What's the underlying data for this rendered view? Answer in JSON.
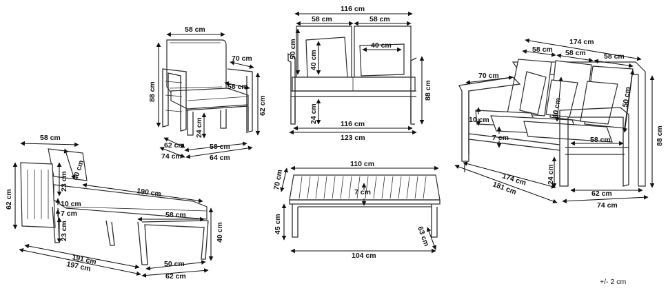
{
  "tolerance": "+/- 2 cm",
  "armchair": {
    "top_width": "58 cm",
    "arm_depth": "70 cm",
    "height": "88 cm",
    "seat_depth": "58 cm",
    "side_height": "62 cm",
    "seat_height": "24 cm",
    "front_width": "58 cm",
    "leg_depth": "62 cm",
    "depth": "74 cm",
    "width": "64 cm"
  },
  "loveseat": {
    "total_width": "116 cm",
    "cushion_left": "58 cm",
    "cushion_right": "58 cm",
    "back_height": "50 cm",
    "back_cushion_height": "40 cm",
    "pillow_width": "40 cm",
    "height": "88 cm",
    "seat_height": "24 cm",
    "inner_width": "116 cm",
    "outer_width": "123 cm"
  },
  "sofa": {
    "total_width": "174 cm",
    "cushion_1": "58 cm",
    "cushion_2": "58 cm",
    "cushion_3": "58 cm",
    "arm_length": "70 cm",
    "back_height": "50 cm",
    "pillow": "40 cm",
    "seat_cushion_height": "10 cm",
    "gap": "7 cm",
    "seat_width": "58 cm",
    "height": "88 cm",
    "seat_height": "24 cm",
    "inner_width": "174 cm",
    "outer_width": "181 cm",
    "depth_inner": "62 cm",
    "depth_outer": "74 cm"
  },
  "lounger": {
    "width": "58 cm",
    "pillow": "40 cm",
    "back_upper": "23 cm",
    "height": "62 cm",
    "length_top": "190 cm",
    "cushion": "10 cm",
    "gap": "7 cm",
    "mattress_width": "58 cm",
    "back_lower": "23 cm",
    "front_height": "40 cm",
    "inner_length": "191 cm",
    "outer_length": "197 cm",
    "leg_width": "50 cm",
    "outer_width": "62 cm"
  },
  "table": {
    "length": "110 cm",
    "width": "70 cm",
    "gap": "7 cm",
    "height": "45 cm",
    "leg_depth": "63 cm",
    "leg_span": "104 cm"
  }
}
